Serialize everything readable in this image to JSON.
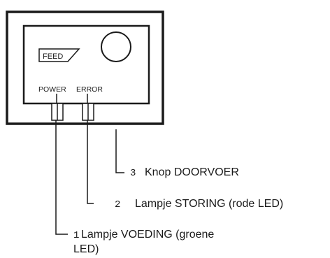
{
  "panel": {
    "feed_button_label": "FEED",
    "power_led_label": "POWER",
    "error_led_label": "ERROR"
  },
  "callouts": [
    {
      "number": "3",
      "text": "Knop DOORVOER"
    },
    {
      "number": "2",
      "text": "Lampje STORING (rode LED)"
    },
    {
      "number": "1",
      "text": "Lampje VOEDING (groene",
      "text_cont": "LED)"
    }
  ]
}
